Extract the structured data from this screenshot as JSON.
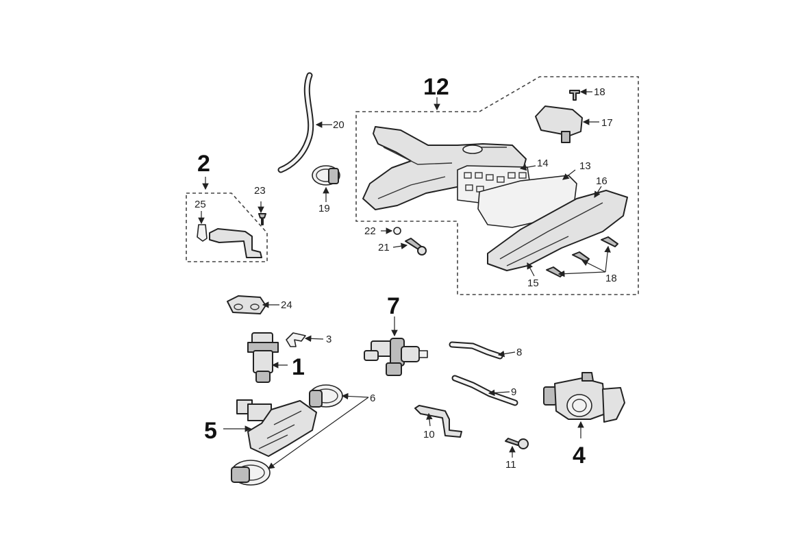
{
  "callouts": {
    "c1": "1",
    "c2": "2",
    "c3": "3",
    "c4": "4",
    "c5": "5",
    "c6": "6",
    "c7": "7",
    "c8": "8",
    "c9": "9",
    "c10": "10",
    "c11": "11",
    "c12": "12",
    "c13": "13",
    "c14": "14",
    "c15": "15",
    "c16": "16",
    "c17": "17",
    "c18a": "18",
    "c18b": "18",
    "c19": "19",
    "c20": "20",
    "c21": "21",
    "c22": "22",
    "c23": "23",
    "c24": "24",
    "c25": "25"
  },
  "colors": {
    "line": "#222222",
    "fill": "#e2e2e2",
    "background": "#ffffff"
  }
}
